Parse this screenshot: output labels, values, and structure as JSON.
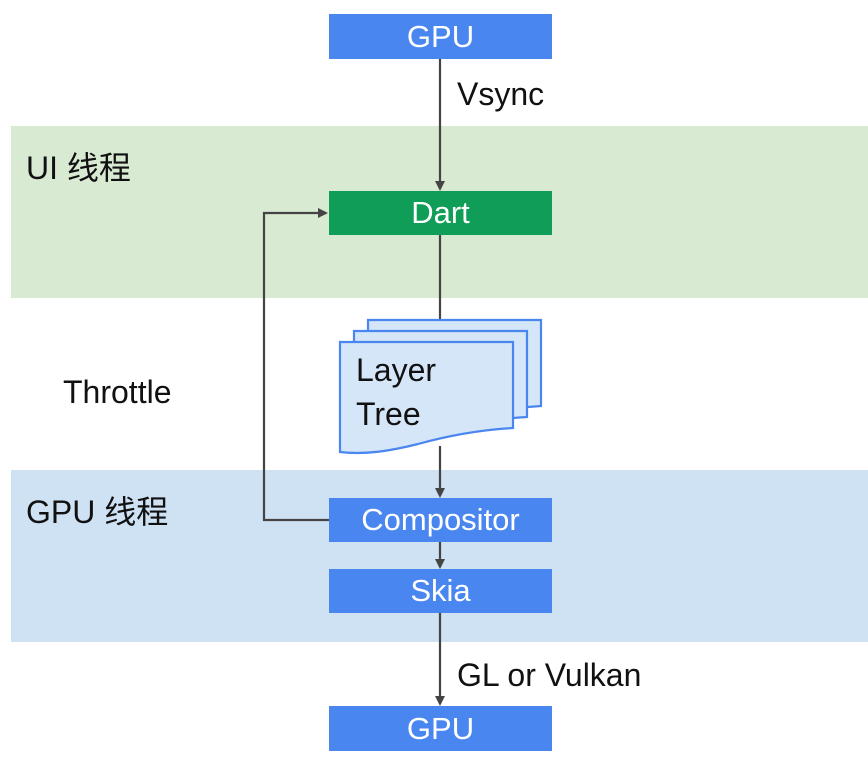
{
  "bands": {
    "ui_thread": {
      "label": "UI 线程",
      "color": "#d9ead3"
    },
    "gpu_thread": {
      "label": "GPU 线程",
      "color": "#cfe2f3"
    }
  },
  "nodes": {
    "gpu_top": "GPU",
    "dart": "Dart",
    "layer_tree_line1": "Layer",
    "layer_tree_line2": "Tree",
    "compositor": "Compositor",
    "skia": "Skia",
    "gpu_bottom": "GPU"
  },
  "edges": {
    "vsync": "Vsync",
    "throttle": "Throttle",
    "gl_or_vulkan": "GL or Vulkan"
  },
  "colors": {
    "box_blue": "#4a86f0",
    "box_green": "#0f9d58",
    "doc_fill": "#d5e6f8",
    "doc_stroke": "#4a86f0",
    "arrow": "#444444"
  }
}
